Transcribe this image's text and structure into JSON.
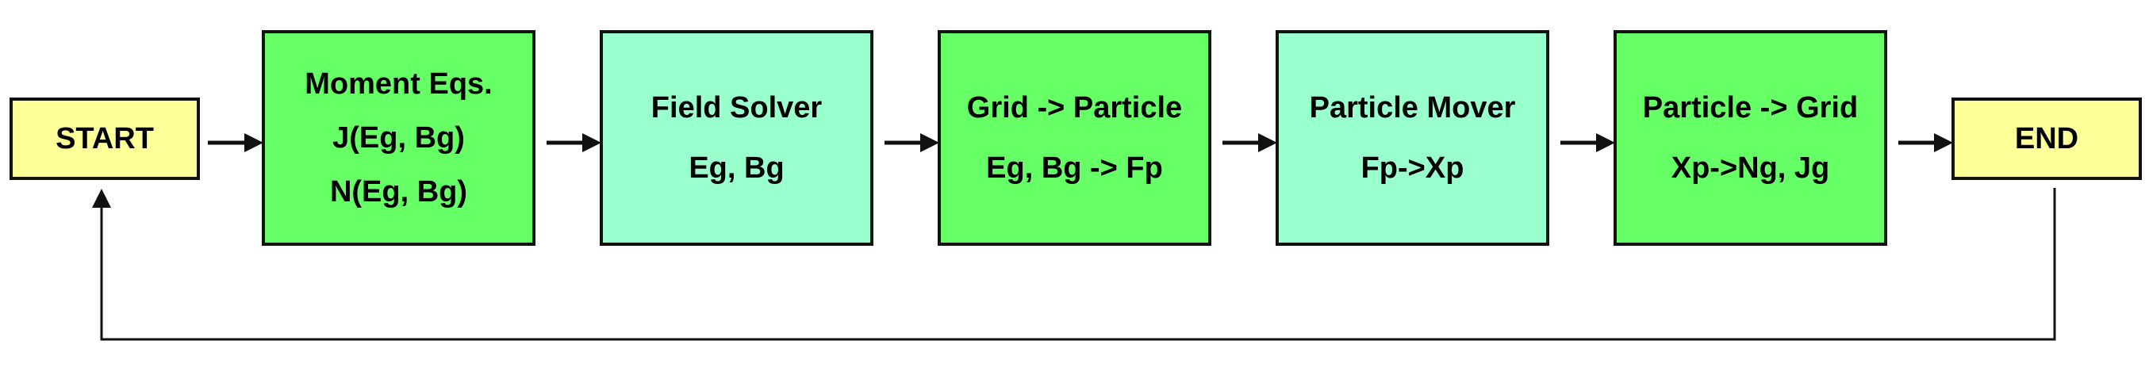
{
  "diagram": {
    "colors": {
      "terminal_fill": "#ffff99",
      "stage_green": "#66ff66",
      "stage_mint": "#99ffcc",
      "border": "#111111",
      "arrow": "#111111"
    },
    "start": {
      "label": "START"
    },
    "end": {
      "label": "END"
    },
    "steps": [
      {
        "title": "Moment Eqs.",
        "line2": "J(Eg, Bg)",
        "line3": "N(Eg, Bg)"
      },
      {
        "title": "Field Solver",
        "line2": "Eg, Bg"
      },
      {
        "title": "Grid -> Particle",
        "line2": "Eg, Bg -> Fp"
      },
      {
        "title": "Particle Mover",
        "line2": "Fp->Xp"
      },
      {
        "title": "Particle -> Grid",
        "line2": "Xp->Ng, Jg"
      }
    ]
  }
}
